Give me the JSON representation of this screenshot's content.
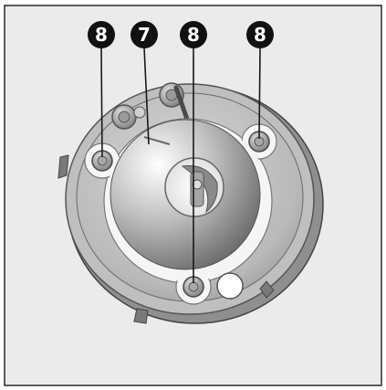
{
  "colors": {
    "background": "#ebebeb",
    "frame": "#2b2b2b",
    "callout_fill": "#111111",
    "callout_text": "#ffffff",
    "leader_line": "#1a1a1a"
  },
  "callouts": [
    {
      "label": "8",
      "target": "left-mounting-screw"
    },
    {
      "label": "7",
      "target": "reflector-bowl"
    },
    {
      "label": "8",
      "target": "bottom-mounting-screw"
    },
    {
      "label": "8",
      "target": "right-mounting-screw"
    }
  ]
}
